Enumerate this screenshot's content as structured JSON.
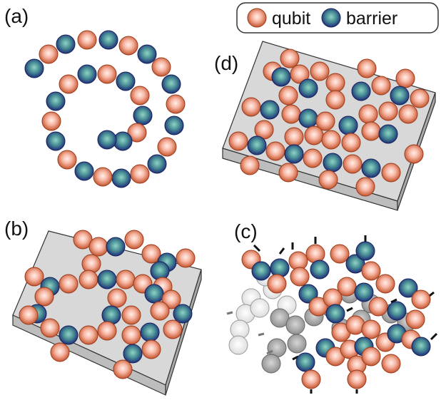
{
  "legend": {
    "qubit_label": "qubit",
    "barrier_label": "barrier"
  },
  "panels": {
    "a": {
      "label": "(a)"
    },
    "b": {
      "label": "(b)"
    },
    "c": {
      "label": "(c)"
    },
    "d": {
      "label": "(d)"
    }
  },
  "colors": {
    "qubit_core": "#fff0ea",
    "qubit_mid": "#f4a08c",
    "qubit_edge": "#c4552e",
    "qubit_outline": "#9a3a1c",
    "barrier_core": "#8fd3c6",
    "barrier_mid": "#4a8f96",
    "barrier_edge": "#1e2f7a",
    "barrier_outline": "#15205a",
    "ghost_light": "#f2f2f2",
    "ghost_dark": "#a9a9a9",
    "substrate_top": "#d6d6d6",
    "substrate_side": "#b9b9b9"
  }
}
